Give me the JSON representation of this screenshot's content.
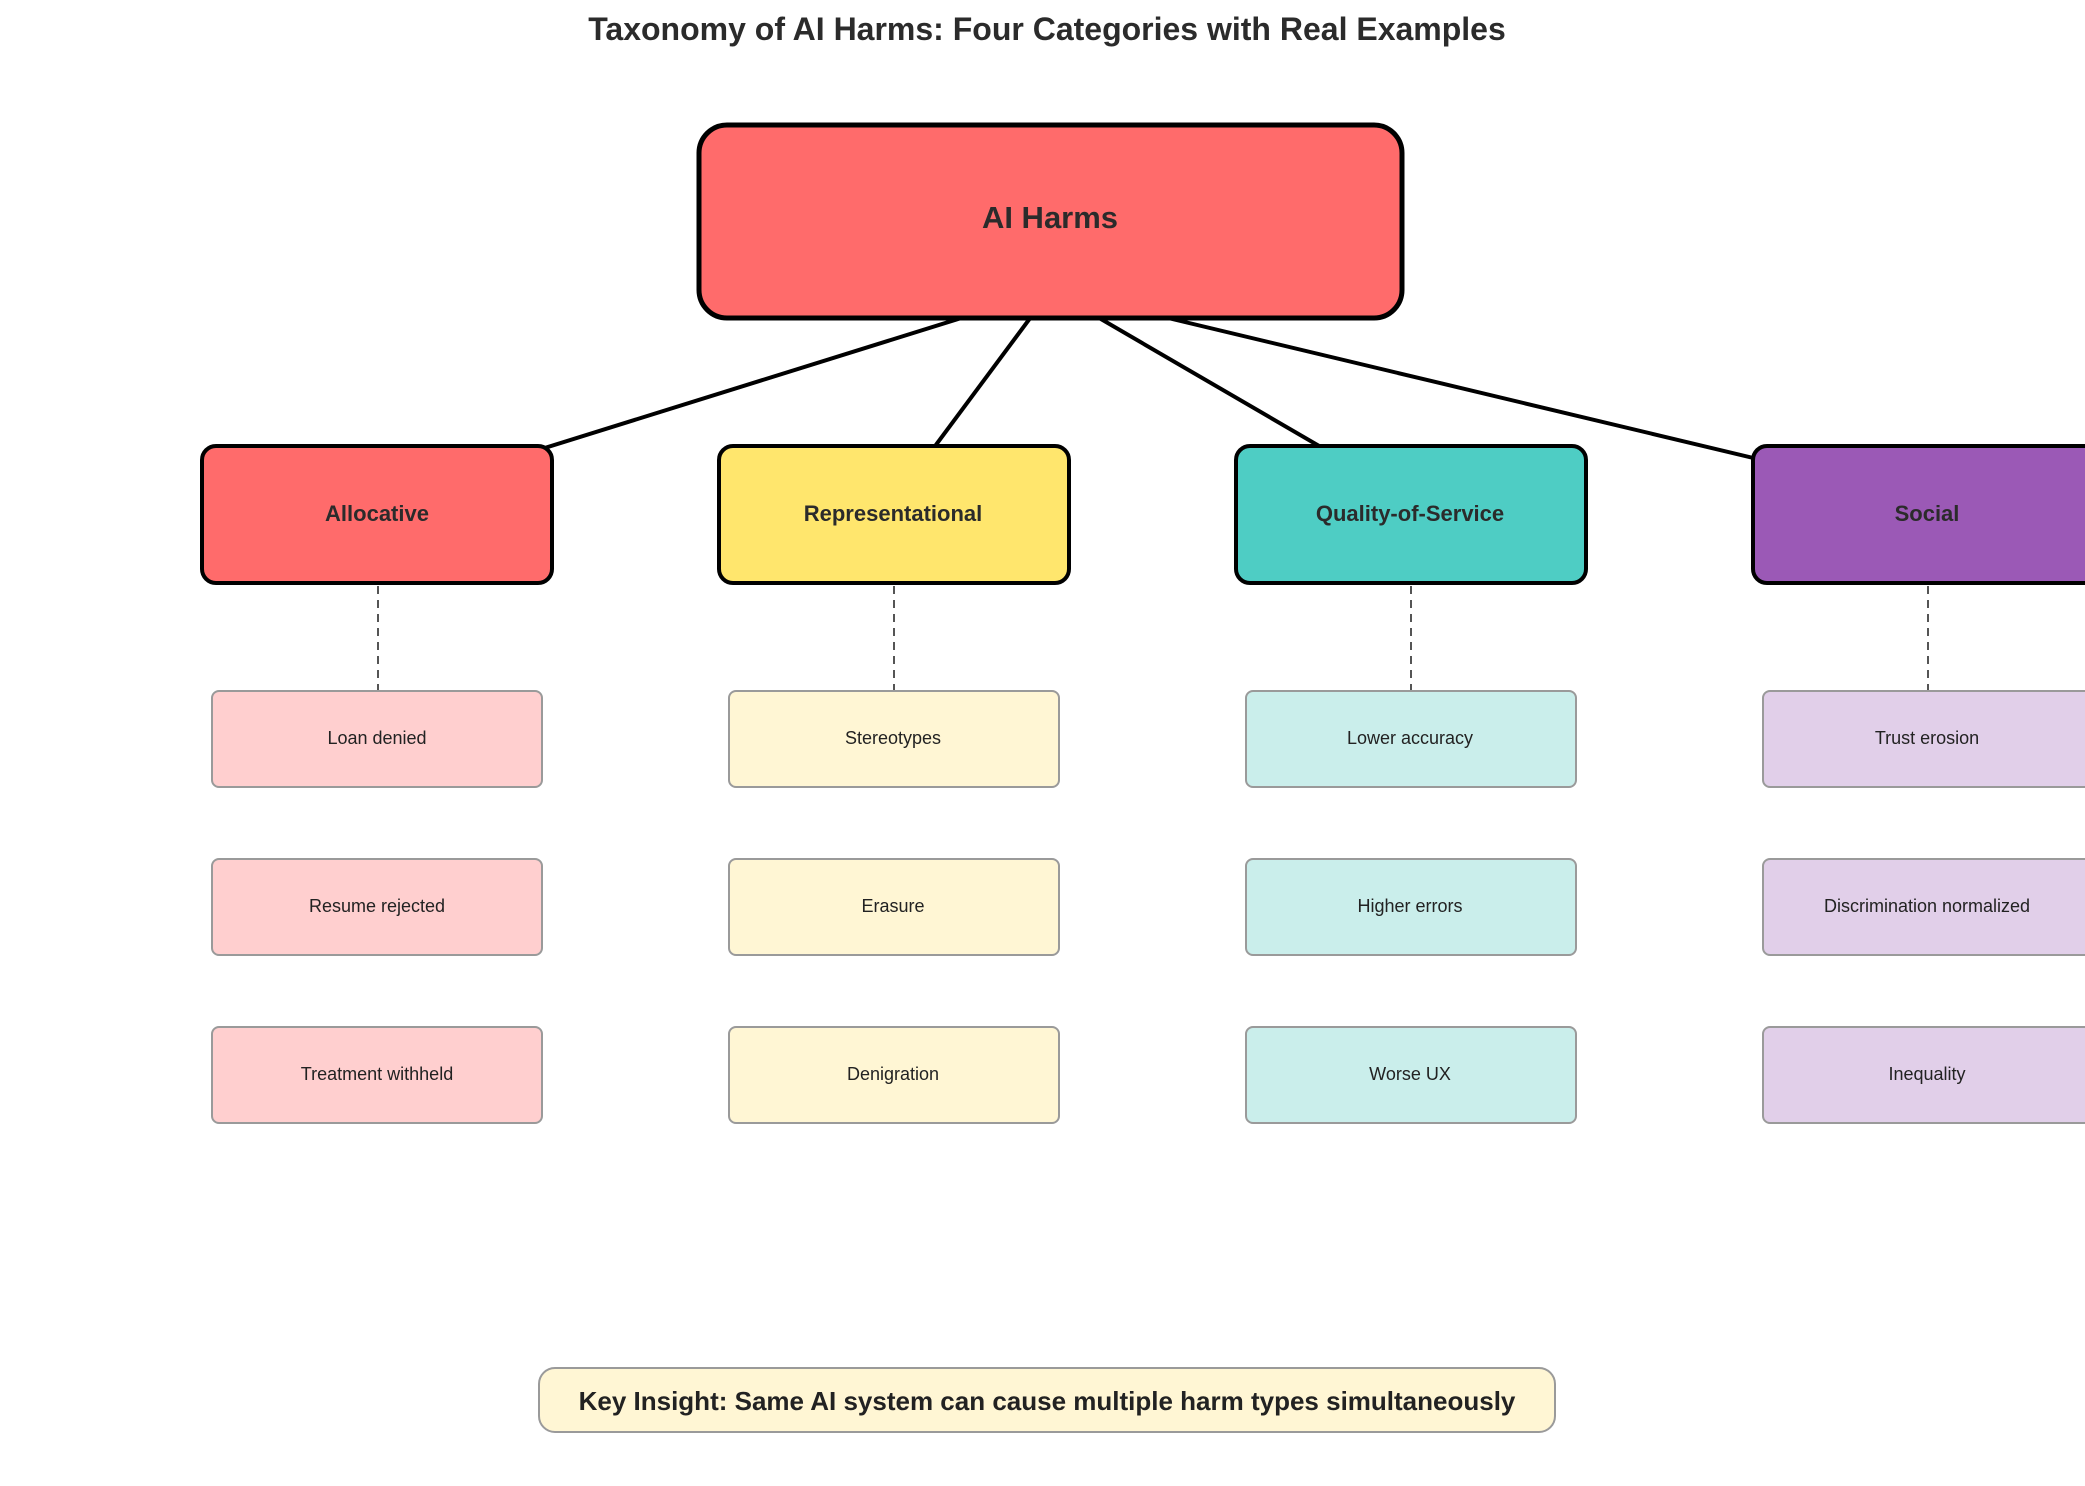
{
  "title": "Taxonomy of AI Harms: Four Categories with Real Examples",
  "root": {
    "label": "AI Harms",
    "color": "#ff6b6b"
  },
  "categories": [
    {
      "label": "Allocative",
      "color": "#ff6b6b",
      "example_color": "#ffcfcf",
      "examples": [
        "Loan denied",
        "Resume rejected",
        "Treatment withheld"
      ]
    },
    {
      "label": "Representational",
      "color": "#ffe66d",
      "example_color": "#fff6d4",
      "examples": [
        "Stereotypes",
        "Erasure",
        "Denigration"
      ]
    },
    {
      "label": "Quality-of-Service",
      "color": "#4ecdc4",
      "example_color": "#caeeeb",
      "examples": [
        "Lower accuracy",
        "Higher errors",
        "Worse UX"
      ]
    },
    {
      "label": "Social",
      "color": "#9b59b6",
      "example_color": "#e1cfe9",
      "examples": [
        "Trust erosion",
        "Discrimination normalized",
        "Inequality"
      ]
    }
  ],
  "insight": {
    "text": "Key Insight: Same AI system can cause multiple harm types simultaneously",
    "color": "#fff6d4"
  }
}
